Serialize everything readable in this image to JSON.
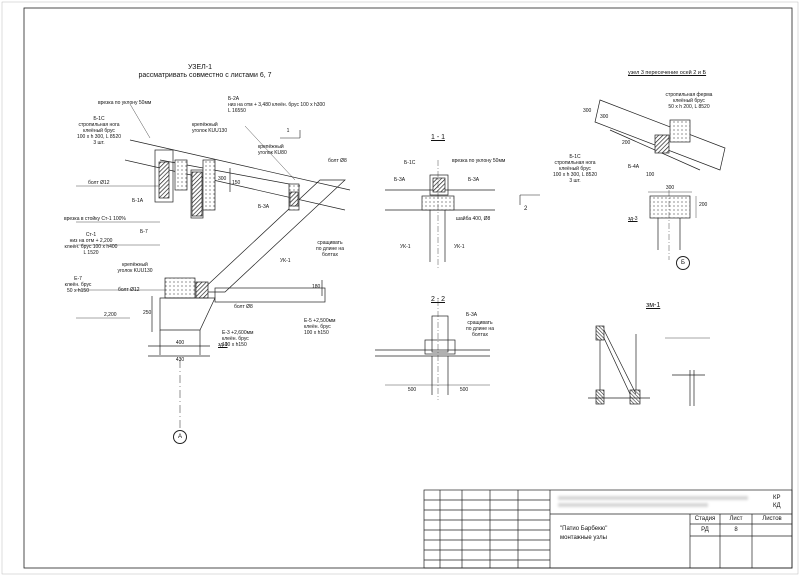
{
  "node1": {
    "title": "УЗЕЛ-1",
    "subtitle": "рассматривать совместно с листами 6, 7",
    "labels": {
      "vrezka_top": "врезка по уклону 50мм",
      "b1c": [
        "Б-1С",
        "стропильная нога",
        "клеёный брус",
        "100 х h 300, L 8520",
        "3 шт."
      ],
      "krepezh1": [
        "крепёжный",
        "уголок KUU130"
      ],
      "b2a": [
        "Б-2А",
        "низ на отм + 3,480 клеён. брус 100 х h300",
        "L 16550"
      ],
      "krepezh2": [
        "крепёжный",
        "уголок KU80"
      ],
      "bolt8_top": "болт Ø8",
      "bolt12_top": "болт Ø12",
      "b1a": "Б-1А",
      "b3a": "Б-3А",
      "vrezka_stoika": "врезка в стойку Ст-1 100%",
      "b7": "Б-7",
      "st1": [
        "Ст-1",
        "низ на отм + 2,200",
        "клеён. брус 100 х h400",
        "L 1520"
      ],
      "sraschivat": [
        "сращивать",
        "по длине на",
        "болтах"
      ],
      "uk1": "УК-1",
      "krepezh3": [
        "крепёжный",
        "уголок KUU130"
      ],
      "e7": [
        "Е-7",
        "клеён. брус",
        "50 х h150"
      ],
      "bolt12_bot": "болт Ø12",
      "bolt8_bot": "болт Ø8",
      "e5": [
        "Е-5 +2,500мм",
        "клеён. брус",
        "100 х h150"
      ],
      "e3": [
        "Е-3 +2,600мм",
        "клеён. брус",
        "100 х h150"
      ],
      "level": "2,200",
      "zd1": "зд-1",
      "dim_400": "400",
      "dim_430": "430",
      "dim_250": "250",
      "dim_300": "300",
      "dim_180": "180",
      "dim_150": "150",
      "axis_a": "А",
      "arrow_1": "1"
    }
  },
  "section11": {
    "title": "1 - 1",
    "b1c": "Б-1С",
    "vrezka": "врезка по уклону 50мм",
    "b3a_l": "Б-3А",
    "b3a_r": "Б-3А",
    "bolt": "шайба 400, Ø8",
    "uk1_l": "УК-1",
    "uk1_r": "УК-1",
    "arrow_2": "2"
  },
  "section22": {
    "title": "2 - 2",
    "b3a": "Б-3А",
    "sraschivat": [
      "сращивать",
      "по длине на",
      "болтах"
    ],
    "dim_l": "500",
    "dim_r": "500"
  },
  "nodeB": {
    "title": "узел 3 пересечение осей 2 и Б",
    "ferma": [
      "стропильная ферма",
      "клеёный брус",
      "50 х h 200, L 8520"
    ],
    "b1c": [
      "Б-1С",
      "стропильная нога",
      "клеёный брус",
      "100 х h 300, L 8520",
      "3 шт."
    ],
    "b4a": "Б-4А",
    "dim_300a": "300",
    "dim_300b": "300",
    "dim_200": "200",
    "dim_100": "100",
    "dim_300c": "300",
    "dim_200b": "200",
    "zd3": "зд-3",
    "axis_b": "Б"
  },
  "zm1": {
    "title": "зм-1"
  },
  "stamp": {
    "code_top": "КР",
    "code_bot": "КД",
    "project": "\"Патио Барбекю\"",
    "sheet_title": "монтажные узлы",
    "h_stage": "Стадия",
    "h_sheet": "Лист",
    "h_sheets": "Листов",
    "stage": "РД",
    "sheet_no": "8"
  }
}
